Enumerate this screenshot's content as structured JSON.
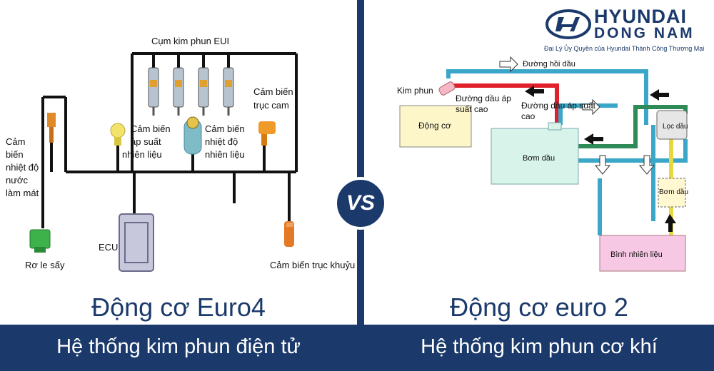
{
  "brand": {
    "name_line1": "HYUNDAI",
    "name_line2": "DONG NAM",
    "tagline": "Đại Lý Ủy Quyền của Hyundai Thành Công Thương Mại"
  },
  "left": {
    "title": "Động cơ Euro4",
    "caption": "Hệ thống kim phun điện tử",
    "labels": {
      "injectors": "Cụm kim phun EUI",
      "coolant_l1": "Cảm",
      "coolant_l2": "biến",
      "coolant_l3": "nhiệt độ",
      "coolant_l4": "nước",
      "coolant_l5": "làm mát",
      "pressure_l1": "Cảm biến",
      "pressure_l2": "áp suất",
      "pressure_l3": "nhiên liệu",
      "temp_l1": "Cảm biến",
      "temp_l2": "nhiệt độ",
      "temp_l3": "nhiên liệu",
      "cam_l1": "Cảm biến",
      "cam_l2": "trục cam",
      "ecu": "ECU",
      "relay": "Rơ le sấy",
      "crank": "Cảm biến trục khuỷu"
    }
  },
  "right": {
    "title": "Động cơ euro 2",
    "caption": "Hệ thống kim phun cơ khí",
    "labels": {
      "return_line": "Đường hồi dầu",
      "injector": "Kim phun",
      "hp_line_l1": "Đường dầu áp",
      "hp_line_l2": "suất cao",
      "lp_line_l1": "Đường dầu áp suất",
      "lp_line_l2": "cao",
      "engine": "Động cơ",
      "pump": "Bơm dầu",
      "filter": "Lọc dầu",
      "feed_pump": "Bơm dầu",
      "tank": "Bình nhiên liệu"
    }
  },
  "vs_label": "VS",
  "colors": {
    "navy": "#1b3a6b",
    "pipe_blue": "#3aa6c8",
    "pipe_red": "#e0202a",
    "pipe_green": "#2e8b57",
    "engine_fill": "#fdf6c8",
    "pump_fill": "#d8f3ea",
    "tank_fill": "#f7c8e4"
  }
}
